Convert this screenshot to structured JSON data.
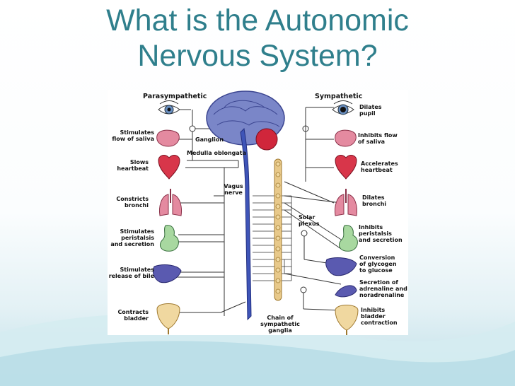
{
  "slide": {
    "title_line1": "What is the Autonomic",
    "title_line2": "Nervous System?"
  },
  "diagram": {
    "left_header": "Parasympathetic",
    "right_header": "Sympathetic",
    "left_labels": [
      "Stimulates\nflow of saliva",
      "Slows\nheartbeat",
      "Constricts\nbronchi",
      "Stimulates\nperistalsis\nand secretion",
      "Stimulates\nrelease of bile",
      "Contracts\nbladder"
    ],
    "right_labels": [
      "Dilates\npupil",
      "Inhibits flow\nof saliva",
      "Accelerates\nheartbeat",
      "Dilates\nbronchi",
      "Inhibits\nperistalsis\nand secretion",
      "Conversion\nof glycogen\nto glucose",
      "Secretion of\nadrenaline and\nnoradrenaline",
      "Inhibits\nbladder\ncontraction"
    ],
    "center_labels": {
      "ganglion": "Ganglion",
      "medulla": "Medulla oblongata",
      "vagus": "Vagus\nnerve",
      "solar_plexus": "Solar\nplexus",
      "chain": "Chain of\nsympathetic\nganglia"
    },
    "organs": {
      "eye": "eye-icon",
      "salivary": "salivary-gland-icon",
      "heart": "heart-icon",
      "lungs": "lungs-icon",
      "stomach": "stomach-icon",
      "liver": "liver-icon",
      "adrenal": "adrenal-gland-icon",
      "bladder": "bladder-icon",
      "brain": "brain-icon"
    },
    "colors": {
      "title": "#2f7f8c",
      "brain": "#7a86c8",
      "spinal_cord": "#3f55b8",
      "sympathetic_chain": "#e8c98a",
      "cerebellum": "#d0263b",
      "organ_red": "#d8364a",
      "organ_pink": "#e48aa0",
      "organ_green": "#a8d8a0",
      "organ_purple": "#5a5ab0"
    }
  }
}
